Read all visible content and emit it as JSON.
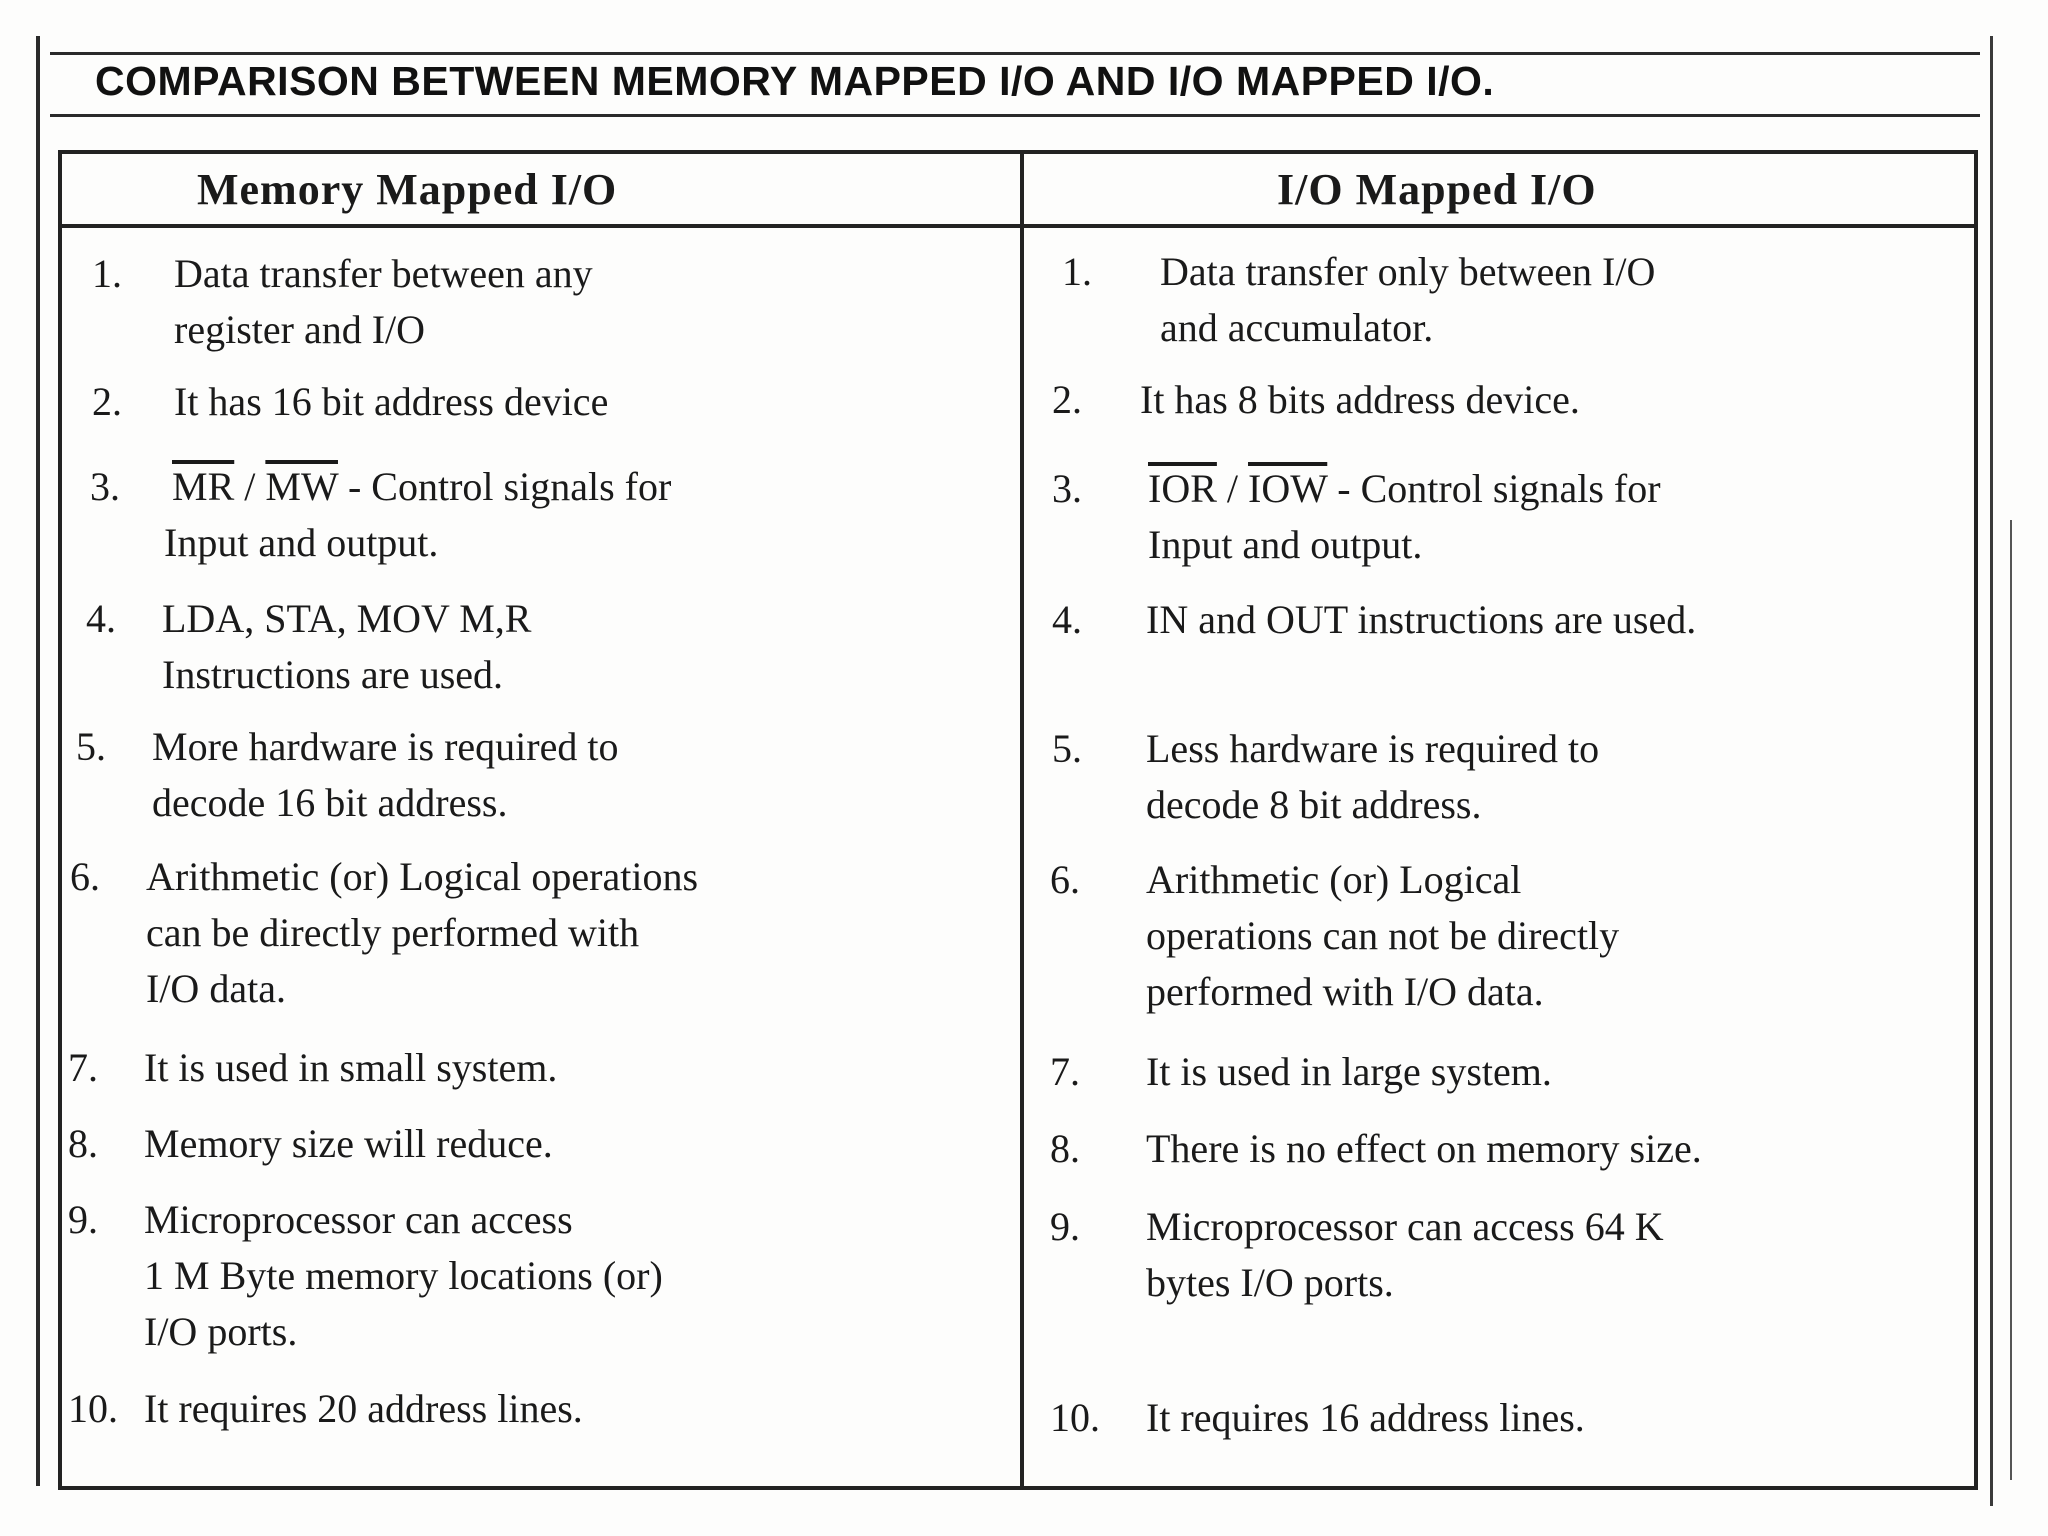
{
  "title": "COMPARISON BETWEEN MEMORY MAPPED I/O AND I/O MAPPED I/O.",
  "columns": {
    "left": {
      "header": "Memory Mapped I/O",
      "items": [
        {
          "num": "1.",
          "lines": [
            "Data transfer between any",
            "register and I/O"
          ]
        },
        {
          "num": "2.",
          "lines": [
            "It has 16 bit address device"
          ]
        },
        {
          "num": "3.",
          "sig1": "MR",
          "sep": "/",
          "sig2": "MW",
          "rest": "- Control signals for",
          "line2": "Input and output."
        },
        {
          "num": "4.",
          "lines": [
            "LDA, STA, MOV M,R",
            "Instructions are used."
          ]
        },
        {
          "num": "5.",
          "lines": [
            "More hardware is required to",
            "decode 16 bit address."
          ]
        },
        {
          "num": "6.",
          "lines": [
            "Arithmetic (or) Logical operations",
            "can be directly performed with",
            "I/O data."
          ]
        },
        {
          "num": "7.",
          "lines": [
            "It is used in small system."
          ]
        },
        {
          "num": "8.",
          "lines": [
            "Memory size will reduce."
          ]
        },
        {
          "num": "9.",
          "lines": [
            "Microprocessor can access",
            "1 M Byte memory locations (or)",
            "I/O ports."
          ]
        },
        {
          "num": "10.",
          "lines": [
            "It requires 20 address lines."
          ]
        }
      ]
    },
    "right": {
      "header": "I/O Mapped I/O",
      "items": [
        {
          "num": "1.",
          "lines": [
            "Data transfer only between I/O",
            "and accumulator."
          ]
        },
        {
          "num": "2.",
          "lines": [
            "It has 8 bits address device."
          ]
        },
        {
          "num": "3.",
          "sig1": "IOR",
          "sep": "/",
          "sig2": "IOW",
          "rest": "- Control signals for",
          "line2": "Input and output."
        },
        {
          "num": "4.",
          "lines": [
            "IN and OUT instructions are used."
          ]
        },
        {
          "num": "5.",
          "lines": [
            "Less hardware is required to",
            "decode 8 bit address."
          ]
        },
        {
          "num": "6.",
          "lines": [
            "Arithmetic (or) Logical",
            "operations can not be directly",
            "performed with I/O data."
          ]
        },
        {
          "num": "7.",
          "lines": [
            "It is used in large system."
          ]
        },
        {
          "num": "8.",
          "lines": [
            "There is no effect on memory size."
          ]
        },
        {
          "num": "9.",
          "lines": [
            "Microprocessor can access 64 K",
            "bytes I/O ports."
          ]
        },
        {
          "num": "10.",
          "lines": [
            "It requires 16 address lines."
          ]
        }
      ]
    }
  }
}
